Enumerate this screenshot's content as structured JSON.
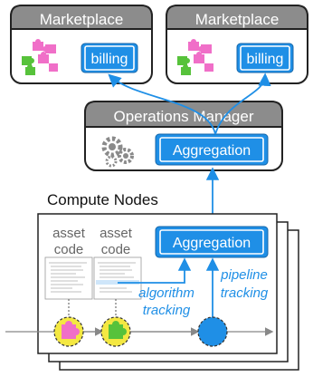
{
  "marketplaces": [
    {
      "title": "Marketplace",
      "billing_label": "billing"
    },
    {
      "title": "Marketplace",
      "billing_label": "billing"
    }
  ],
  "operations_manager": {
    "title": "Operations Manager",
    "aggregation_label": "Aggregation"
  },
  "compute_nodes": {
    "title": "Compute Nodes",
    "asset_code_1": [
      "asset",
      "code"
    ],
    "asset_code_2": [
      "asset",
      "code"
    ],
    "aggregation_label": "Aggregation",
    "algorithm_tracking": [
      "algorithm",
      "tracking"
    ],
    "pipeline_tracking": [
      "pipeline",
      "tracking"
    ]
  },
  "colors": {
    "accent_blue": "#1f8fe6",
    "header_gray": "#8c8c8c",
    "puzzle_pink": "#f06fc8",
    "puzzle_green": "#57c23b",
    "puzzle_yellow": "#f4e842",
    "gear_gray": "#8a8a8a"
  },
  "icons": [
    "puzzle-pieces-icon",
    "gears-icon",
    "puzzle-node-icon",
    "pipeline-node-icon"
  ]
}
